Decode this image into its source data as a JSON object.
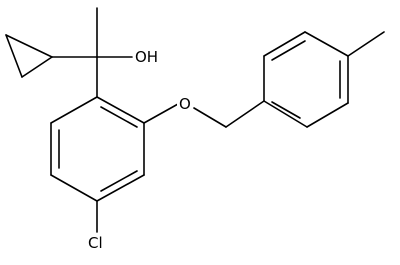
{
  "structure": {
    "atom_labels": {
      "hydroxyl": "OH",
      "ether_oxygen": "O",
      "chlorine": "Cl"
    },
    "colors": {
      "bond": "#000000",
      "background": "#ffffff"
    }
  }
}
